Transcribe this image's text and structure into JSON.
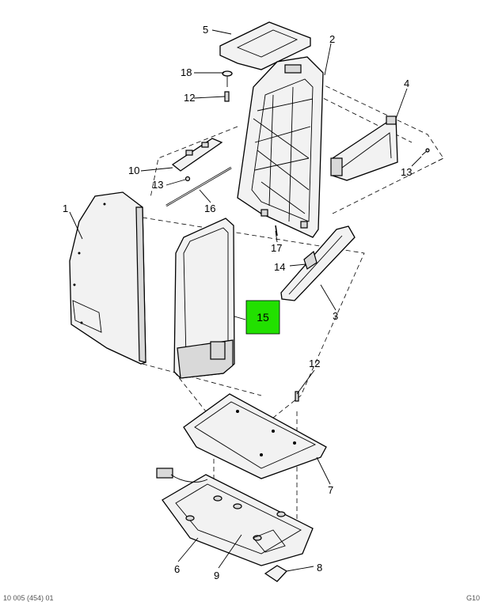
{
  "callouts": {
    "c1": "1",
    "c2": "2",
    "c3": "3",
    "c4": "4",
    "c5": "5",
    "c6": "6",
    "c7": "7",
    "c8": "8",
    "c9": "9",
    "c10": "10",
    "c11": "12",
    "c12": "12",
    "c13": "13",
    "c14": "13",
    "c15": "14",
    "c16": "15",
    "c17": "16",
    "c18": "17",
    "c19": "18"
  },
  "highlight": {
    "label": "15",
    "color": "#22e000"
  },
  "footer": {
    "left": "10 005 (454) 01",
    "right": "G10"
  }
}
